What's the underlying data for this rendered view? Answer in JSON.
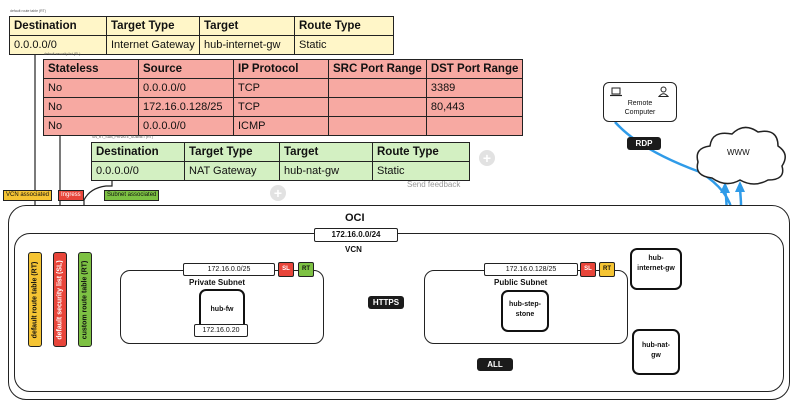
{
  "default_route_table": {
    "caption": "default route table (RT)",
    "headers": [
      "Destination",
      "Target Type",
      "Target",
      "Route Type"
    ],
    "rows": [
      [
        "0.0.0.0/0",
        "Internet Gateway",
        "hub-internet-gw",
        "Static"
      ]
    ]
  },
  "default_security_list": {
    "caption": "default security list (SL)",
    "headers": [
      "Stateless",
      "Source",
      "IP Protocol",
      "SRC Port Range",
      "DST Port Range"
    ],
    "rows": [
      [
        "No",
        "0.0.0.0/0",
        "TCP",
        "",
        "3389"
      ],
      [
        "No",
        "172.16.0.128/25",
        "TCP",
        "",
        "80,443"
      ],
      [
        "No",
        "0.0.0.0/0",
        "ICMP",
        "",
        ""
      ]
    ]
  },
  "custom_route_table": {
    "caption": "SN_RT_SUB_PRIVATE_SUBNET (RT)",
    "headers": [
      "Destination",
      "Target Type",
      "Target",
      "Route Type"
    ],
    "rows": [
      [
        "0.0.0.0/0",
        "NAT Gateway",
        "hub-nat-gw",
        "Static"
      ]
    ]
  },
  "send_feedback": "Send feedback",
  "tags": {
    "vcn_associated": "VCN associated",
    "ingress": "Ingress",
    "subnet_associated": "Subnet associated"
  },
  "vertical_labels": {
    "default_rt": "default route table (RT)",
    "default_sl": "default security list (SL)",
    "custom_rt": "custom route table (RT)"
  },
  "oci": {
    "title": "OCI",
    "vcn_cidr": "172.16.0.0/24",
    "vcn_label": "VCN"
  },
  "private_subnet": {
    "cidr": "172.16.0.0/25",
    "title": "Private Subnet",
    "sl_chip": "SL",
    "rt_chip": "RT",
    "vm_name": "hub-fw",
    "vm_ip": "172.16.0.20"
  },
  "public_subnet": {
    "cidr": "172.16.0.128/25",
    "title": "Public Subnet",
    "sl_chip": "SL",
    "rt_chip": "RT",
    "vm_name": "hub-step-stone"
  },
  "gateways": {
    "internet_gw": "hub-internet-gw",
    "nat_gw": "hub-nat-gw"
  },
  "flows": {
    "https": "HTTPS",
    "all": "ALL",
    "rdp": "RDP"
  },
  "remote_computer": "Remote Computer",
  "internet_cloud": "WWW",
  "colors": {
    "yellow": "#f5c433",
    "red": "#e8453a",
    "green": "#7dc143",
    "blue": "#2f9be8",
    "rt_yellow_bg": "#fff6c8",
    "sl_red_bg": "#f7a9a2",
    "rt_green_bg": "#d3f0c2"
  },
  "icons": [
    "laptop-icon",
    "user-icon",
    "cloud-icon",
    "plus-icon"
  ]
}
